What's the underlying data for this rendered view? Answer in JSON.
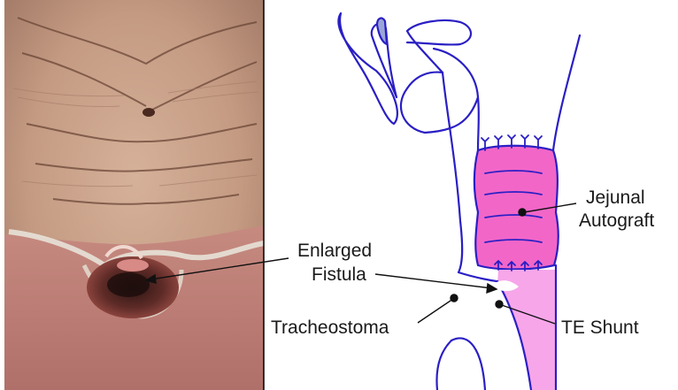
{
  "labels": {
    "enlarged_line1": "Enlarged",
    "enlarged_line2": "Fistula",
    "tracheostoma": "Tracheostoma",
    "te_shunt": "TE Shunt",
    "jejunal_line1": "Jejunal",
    "jejunal_line2": "Autograft"
  },
  "colors": {
    "outline": "#2a1fc4",
    "autograft_fill": "#f266c8",
    "shunt_fill": "#f7a6ea",
    "skin": "#c9a088"
  }
}
